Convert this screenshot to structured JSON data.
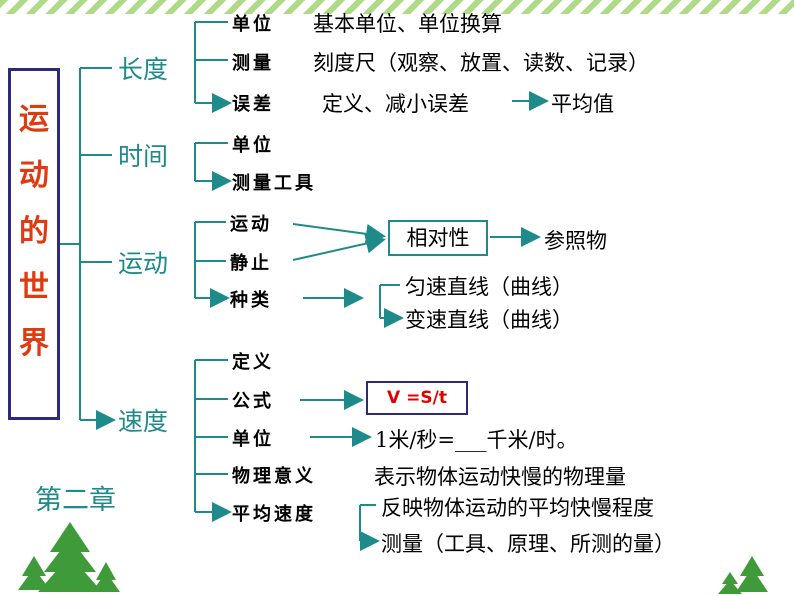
{
  "title": [
    "运",
    "动",
    "的",
    "世",
    "界"
  ],
  "chapter": "第二章",
  "branches": {
    "length": {
      "label": "长度",
      "items": [
        {
          "label": "单位",
          "text": "基本单位、单位换算"
        },
        {
          "label": "测量",
          "text": "刻度尺（观察、放置、读数、记录）"
        },
        {
          "label": "误差",
          "text": "定义、减小误差",
          "result": "平均值"
        }
      ]
    },
    "time": {
      "label": "时间",
      "items": [
        {
          "label": "单位"
        },
        {
          "label": "测量工具"
        }
      ]
    },
    "motion": {
      "label": "运动",
      "items": [
        {
          "label": "运动"
        },
        {
          "label": "静止"
        },
        {
          "label": "种类"
        }
      ],
      "relativity": "相对性",
      "reference": "参照物",
      "kinds": [
        "匀速直线（曲线）",
        "变速直线（曲线）"
      ]
    },
    "speed": {
      "label": "速度",
      "items": [
        {
          "label": "定义"
        },
        {
          "label": "公式",
          "formula": "V =S/t"
        },
        {
          "label": "单位",
          "text": "1米/秒=___千米/时。"
        },
        {
          "label": "物理意义",
          "text": "表示物体运动快慢的物理量"
        },
        {
          "label": "平均速度",
          "subs": [
            "反映物体运动的平均快慢程度",
            "测量（工具、原理、所测的量）"
          ]
        }
      ]
    }
  },
  "colors": {
    "line": "#1f8a8a",
    "title": "#e03a10",
    "box": "#2e2a7a",
    "formula": "#e00000",
    "tree": "#3f9b3a"
  }
}
